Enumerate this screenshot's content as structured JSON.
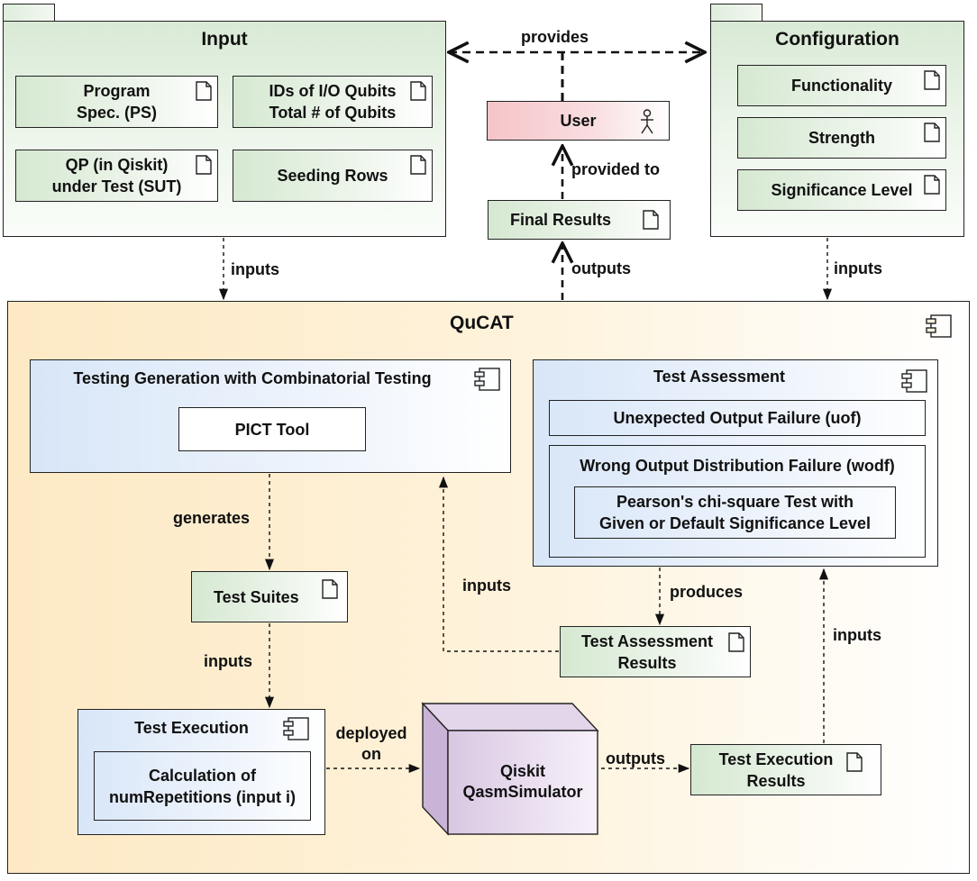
{
  "input_package": {
    "title": "Input",
    "items": [
      {
        "label": "Program\nSpec. (PS)"
      },
      {
        "label": "IDs of I/O Qubits\nTotal # of Qubits"
      },
      {
        "label": "QP (in Qiskit)\nunder Test (SUT)"
      },
      {
        "label": "Seeding Rows"
      }
    ]
  },
  "configuration_package": {
    "title": "Configuration",
    "items": [
      {
        "label": "Functionality"
      },
      {
        "label": "Strength"
      },
      {
        "label": "Significance Level"
      }
    ]
  },
  "user": {
    "label": "User"
  },
  "final_results": {
    "label": "Final Results"
  },
  "qucat": {
    "title": "QuCAT",
    "test_generation": {
      "title": "Testing Generation with Combinatorial Testing",
      "tool": "PICT Tool"
    },
    "test_assessment": {
      "title": "Test Assessment",
      "uof": "Unexpected Output Failure (uof)",
      "wodf": "Wrong Output Distribution Failure (wodf)",
      "pearson": "Pearson's chi-square Test with\nGiven or Default Significance Level"
    },
    "test_suites": "Test Suites",
    "test_assessment_results": "Test Assessment\nResults",
    "test_execution": {
      "title": "Test Execution",
      "calculation": "Calculation of\nnumRepetitions (input i)"
    },
    "simulator": "Qiskit\nQasmSimulator",
    "test_execution_results": "Test Execution\nResults"
  },
  "edge_labels": {
    "provides": "provides",
    "provided_to": "provided to",
    "outputs_final": "outputs",
    "inputs_left": "inputs",
    "inputs_right": "inputs",
    "generates": "generates",
    "inputs_suites": "inputs",
    "inputs_feedback": "inputs",
    "produces": "produces",
    "deployed_on": "deployed\non",
    "outputs_sim": "outputs",
    "inputs_exec_results": "inputs"
  },
  "colors": {
    "green_fill": "#d5e8d1",
    "blue_fill": "#d8e6f8",
    "yellow_fill": "#fde9c4",
    "pink_fill": "#f5c4c8",
    "purple_fill": "#d9c7e2",
    "stroke": "#222222"
  },
  "icons": {
    "document": "document-icon",
    "component": "component-icon",
    "actor": "actor-icon"
  }
}
